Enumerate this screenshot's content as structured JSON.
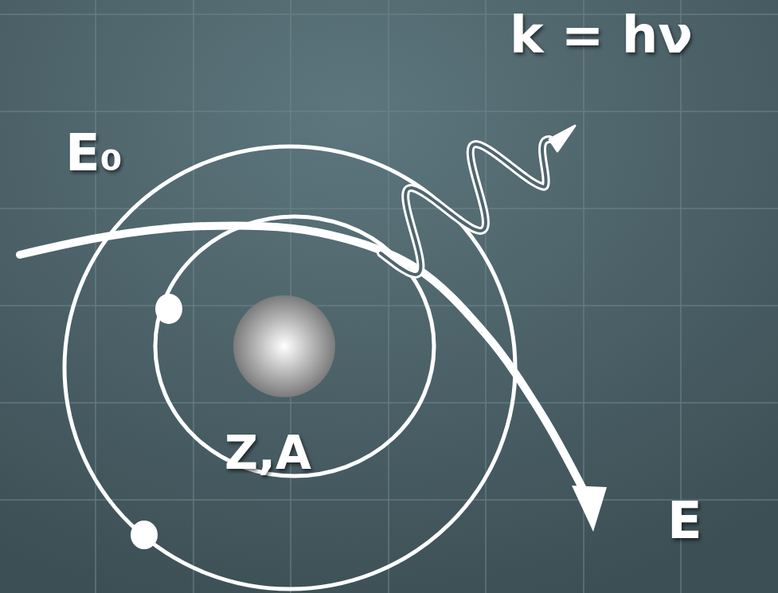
{
  "diagram": {
    "labels": [
      "k = hν",
      "E₀",
      "Z,A",
      "E"
    ]
  }
}
